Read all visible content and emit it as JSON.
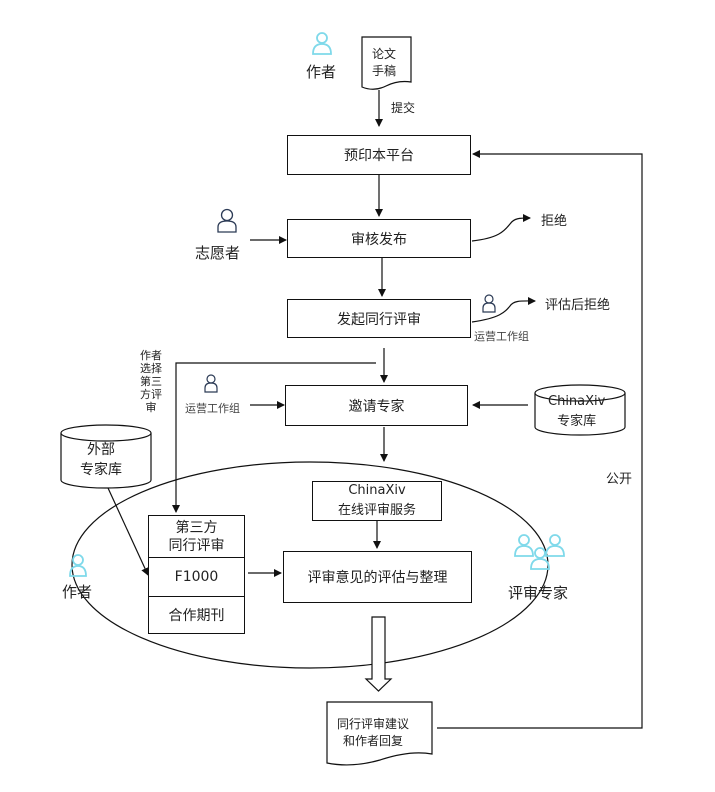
{
  "diagram": {
    "top": {
      "author_label": "作者",
      "manuscript_doc": "论文\n手稿",
      "submit_label": "提交"
    },
    "process": {
      "preprint_platform": "预印本平台",
      "review_publish": "审核发布",
      "initiate_peer_review": "发起同行评审",
      "invite_experts": "邀请专家",
      "evaluate_comments": "评审意见的评估与整理"
    },
    "actors": {
      "volunteers": "志愿者",
      "ops_group_1": "运营工作组",
      "ops_group_2": "运营工作组",
      "author_bottom": "作者",
      "reviewers": "评审专家"
    },
    "outcomes": {
      "reject": "拒绝",
      "reject_after_eval": "评估后拒绝",
      "public": "公开"
    },
    "side_note": {
      "author_choose_third_party": "作者\n选择\n第三\n方评\n审"
    },
    "databases": {
      "chinaxiv_experts": "ChinaXiv\n专家库",
      "external_experts": "外部\n专家库"
    },
    "online_service": "ChinaXiv\n在线评审服务",
    "third_party": {
      "header": "第三方\n同行评审",
      "items": [
        "F1000",
        "合作期刊"
      ]
    },
    "final_doc": "同行评审建议\n和作者回复",
    "colors": {
      "person_cyan": "#7fd9ea",
      "person_dark": "#2b3a55",
      "line": "#111111"
    }
  }
}
